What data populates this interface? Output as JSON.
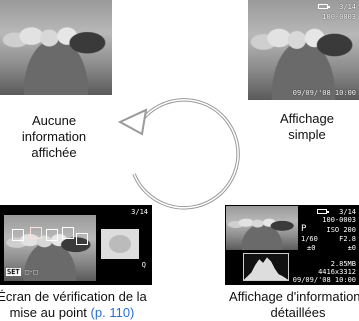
{
  "panels": {
    "top_left": {
      "caption_line1": "Aucune",
      "caption_line2": "information",
      "caption_line3": "affichée"
    },
    "top_right": {
      "caption_line1": "Affichage",
      "caption_line2": "simple",
      "osd": {
        "counter": "3/14",
        "folder_file": "100-0003",
        "datetime": "09/09/'08 10:00"
      }
    },
    "bottom_left": {
      "caption_prefix": "Écran de vérification de la",
      "caption_mid": "mise au point",
      "caption_link": "(p. 110)",
      "osd": {
        "counter": "3/14",
        "set_label": "SET",
        "set_value": "□-□",
        "zoom_icon": "Q"
      }
    },
    "bottom_right": {
      "caption_line1": "Affichage d'informations",
      "caption_line2": "détaillées",
      "osd": {
        "counter": "3/14",
        "folder_file": "100-0003",
        "mode": "P",
        "iso": "ISO 200",
        "shutter": "1/60",
        "aperture": "F2.8",
        "exposure": "±0",
        "flash": "±0",
        "size": "2.85MB",
        "resolution": "4416x3312",
        "datetime": "09/09/'08 10:00"
      }
    }
  },
  "colors": {
    "link": "#2a6fd1",
    "arrow": "#9a9a9a"
  }
}
